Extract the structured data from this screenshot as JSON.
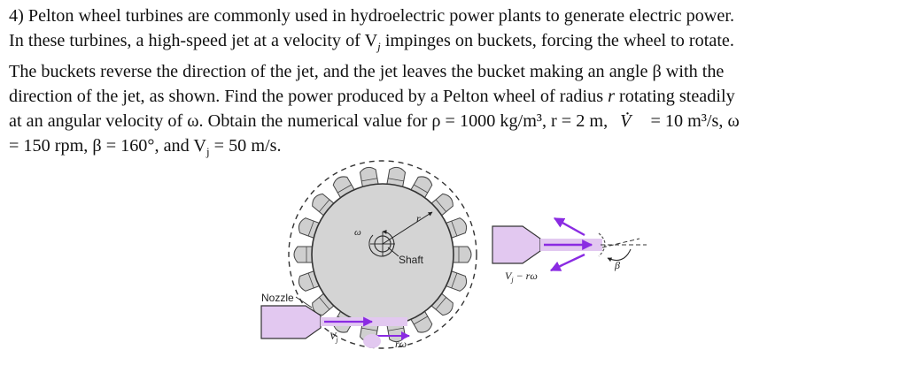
{
  "problem": {
    "line1": "4) Pelton wheel turbines are commonly used in hydroelectric power plants to generate electric power.",
    "line2": "In these turbines, a high-speed jet at a velocity of V",
    "line2_sub": "j",
    "line2_tail": " impinges on buckets, forcing the wheel to rotate.",
    "line3": "The buckets reverse the direction of the jet, and the jet leaves the bucket making an angle β with the",
    "line4_a": "direction of the jet, as shown. Find the power produced by a Pelton wheel of radius ",
    "line4_r": "r",
    "line4_b": " rotating steadily",
    "line5_a": "at an angular velocity of ω. Obtain the numerical value for ρ = 1000 kg/m³, r = 2 m,",
    "line5_V": "V",
    "line5_b": "= 10 m³/s,  ω",
    "line6_a": "= 150 rpm, β = 160°, and V",
    "line6_sub": "j",
    "line6_b": " = 50 m/s."
  },
  "figure": {
    "shaft_label": "Shaft",
    "omega_label": "ω",
    "r_label": "r",
    "nozzle_label": "Nozzle",
    "vj_label": "V",
    "vj_sub": "j",
    "romega_label": "rω",
    "relative_label_a": "V",
    "relative_label_sub": "j",
    "relative_label_b": " − rω",
    "beta_label": "β",
    "colors": {
      "wheel": "#d4d4d4",
      "jet": "#e2c8f0",
      "arrow": "#8a2be2",
      "nozzle": "#e2c8f0"
    }
  }
}
